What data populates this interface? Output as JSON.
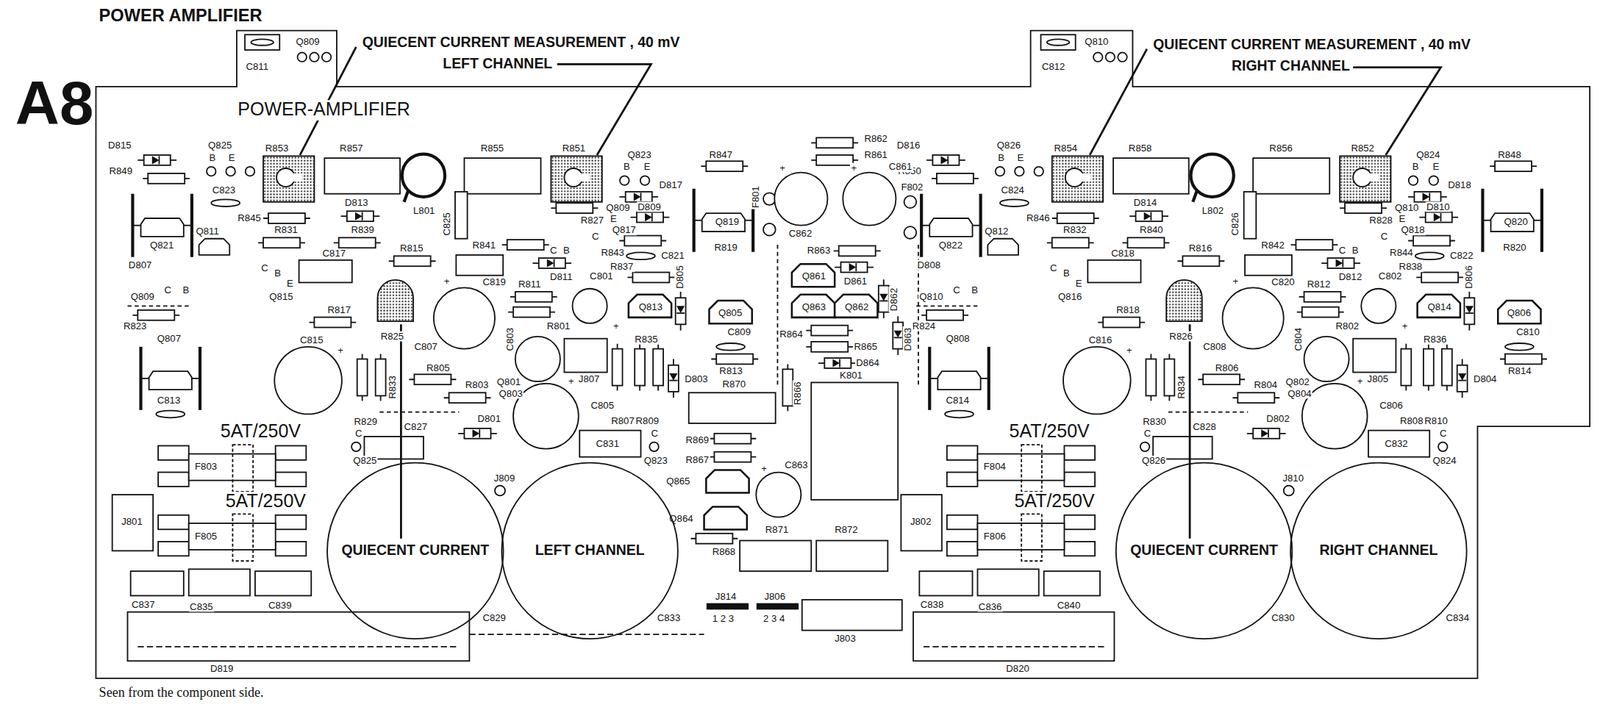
{
  "diagram": {
    "title": "POWER AMPLIFIER",
    "caption": "Seen from the component side.",
    "nodes": [
      {
        "text": [
          "QUIECENT CURRENT",
          "C829"
        ]
      },
      {
        "text": [
          "LEFT CHANNEL",
          "C833"
        ]
      },
      {
        "text": [
          "QUIECENT CURRENT",
          "C830"
        ]
      },
      {
        "text": [
          "RIGHT CHANNEL",
          "C834"
        ]
      }
    ],
    "labels": [
      "A8",
      "QUIECENT CURRENT MEASUREMENT , 40 mV",
      "LEFT CHANNEL",
      "QUIECENT CURRENT MEASUREMENT , 40 mV",
      "RIGHT CHANNEL",
      "POWER-AMPLIFIER",
      "Q809",
      "C811",
      "Q810",
      "C812",
      "D815",
      "R849",
      "Q825",
      "B",
      "E",
      "R853",
      "R857",
      "L801",
      "R855",
      "R851",
      "Q823",
      "B",
      "E",
      "R847",
      "D813",
      "C825",
      "C823",
      "R845",
      "Q821",
      "Q811",
      "R831",
      "R839",
      "D817",
      "Q809",
      "D809",
      "E",
      "R827",
      "Q817",
      "C",
      "R843",
      "C821",
      "R819",
      "Q819",
      "R815",
      "R841",
      "C817",
      "C",
      "B",
      "D811",
      "R811",
      "C819",
      "C801",
      "R837",
      "D807",
      "C",
      "B",
      "Q809",
      "C",
      "B",
      "E",
      "Q815",
      "Q813",
      "D805",
      "R823",
      "R817",
      "R825",
      "C807",
      "C803",
      "R801",
      "Q805",
      "C809",
      "R835",
      "R805",
      "R803",
      "R833",
      "Q801",
      "Q803",
      "J807",
      "R813",
      "D803",
      "Q807",
      "C813",
      "C815",
      "R829",
      "C",
      "Q825",
      "C827",
      "D801",
      "C805",
      "R807",
      "R809",
      "C831",
      "C",
      "Q823",
      "F803",
      "5AT/250V",
      "5AT/250V",
      "F805",
      "J801",
      "J809",
      "C837",
      "C835",
      "C839",
      "+",
      "+",
      "+",
      "+",
      "D816",
      "R850",
      "Q826",
      "B",
      "E",
      "R854",
      "R858",
      "L802",
      "R856",
      "R852",
      "Q824",
      "B",
      "E",
      "R848",
      "D814",
      "C826",
      "C824",
      "R846",
      "Q822",
      "Q812",
      "R832",
      "R840",
      "D818",
      "Q810",
      "D810",
      "E",
      "R828",
      "Q818",
      "C",
      "R844",
      "C822",
      "R820",
      "Q820",
      "R816",
      "R842",
      "C818",
      "C",
      "B",
      "D812",
      "R812",
      "C820",
      "C802",
      "R838",
      "D808",
      "C",
      "B",
      "Q810",
      "C",
      "B",
      "E",
      "Q816",
      "Q814",
      "D806",
      "R824",
      "R818",
      "R826",
      "C808",
      "C804",
      "R802",
      "Q806",
      "C810",
      "R836",
      "R806",
      "R804",
      "R834",
      "Q802",
      "Q804",
      "J805",
      "R814",
      "D804",
      "Q808",
      "C814",
      "C816",
      "R830",
      "C",
      "Q826",
      "C828",
      "D802",
      "C806",
      "R808",
      "R810",
      "C832",
      "C",
      "Q824",
      "F804",
      "5AT/250V",
      "5AT/250V",
      "F806",
      "J802",
      "J810",
      "C838",
      "C836",
      "C840",
      "+",
      "+",
      "+",
      "+",
      "F801",
      "C862",
      "C861",
      "R862",
      "R861",
      "F802",
      "R863",
      "Q861",
      "D861",
      "D862",
      "Q863",
      "Q862",
      "R864",
      "R865",
      "D863",
      "D864",
      "R866",
      "K801",
      "R870",
      "R869",
      "R867",
      "C863",
      "Q865",
      "Q864",
      "R868",
      "R871",
      "R872",
      "J814",
      "J806",
      "1 2 3",
      "2 3 4",
      "J803",
      "D819",
      "D820",
      "+",
      "+",
      "+"
    ]
  }
}
